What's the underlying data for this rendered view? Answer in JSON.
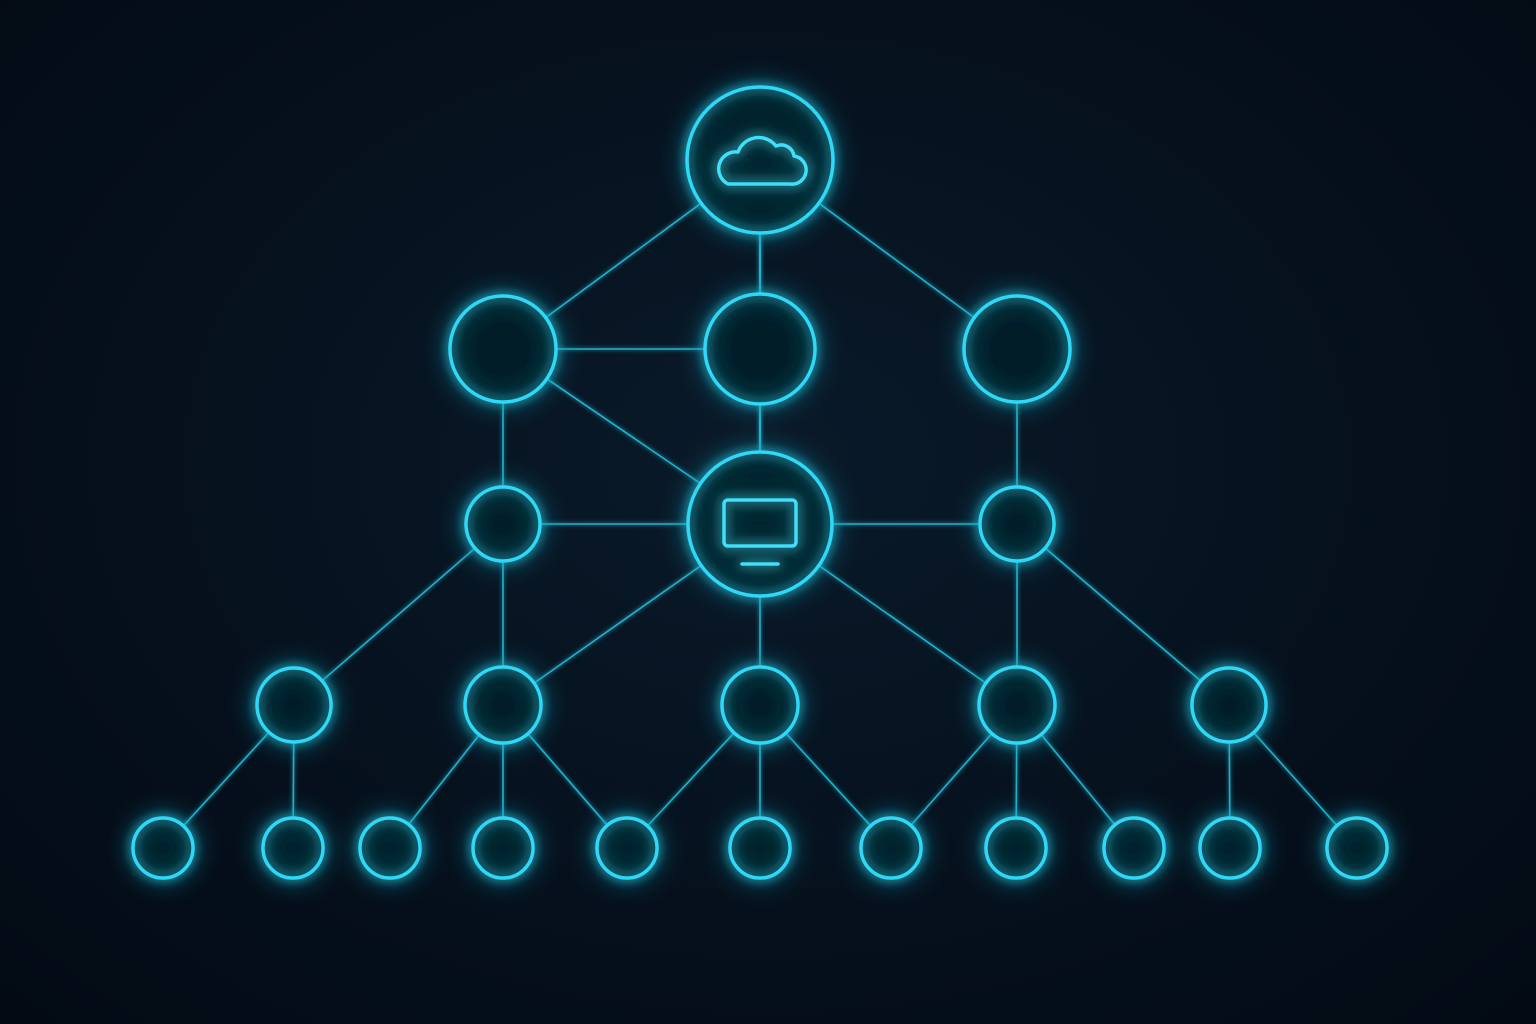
{
  "diagram": {
    "type": "network-hierarchy",
    "colors": {
      "background": "#040d18",
      "accent": "#2fd8f6",
      "edge": "#25bcd9"
    },
    "nodes": [
      {
        "id": "root",
        "icon": "cloud-icon"
      },
      {
        "id": "l1-left",
        "icon": ""
      },
      {
        "id": "l1-center",
        "icon": ""
      },
      {
        "id": "l1-right",
        "icon": ""
      },
      {
        "id": "l2-left",
        "icon": ""
      },
      {
        "id": "hub",
        "icon": "monitor-icon"
      },
      {
        "id": "l2-right",
        "icon": ""
      },
      {
        "id": "l3-a",
        "icon": ""
      },
      {
        "id": "l3-b",
        "icon": ""
      },
      {
        "id": "l3-c",
        "icon": ""
      },
      {
        "id": "l3-d",
        "icon": ""
      },
      {
        "id": "l3-e",
        "icon": ""
      },
      {
        "id": "leaf-1",
        "icon": ""
      },
      {
        "id": "leaf-2",
        "icon": ""
      },
      {
        "id": "leaf-3",
        "icon": ""
      },
      {
        "id": "leaf-4",
        "icon": ""
      },
      {
        "id": "leaf-5",
        "icon": ""
      },
      {
        "id": "leaf-6",
        "icon": ""
      },
      {
        "id": "leaf-7",
        "icon": ""
      },
      {
        "id": "leaf-8",
        "icon": ""
      },
      {
        "id": "leaf-9",
        "icon": ""
      },
      {
        "id": "leaf-10",
        "icon": ""
      },
      {
        "id": "leaf-11",
        "icon": ""
      }
    ],
    "edges": [
      [
        "root",
        "l1-left"
      ],
      [
        "root",
        "l1-center"
      ],
      [
        "root",
        "l1-right"
      ],
      [
        "l1-left",
        "l1-center"
      ],
      [
        "l1-left",
        "l2-left"
      ],
      [
        "l1-left",
        "hub"
      ],
      [
        "l1-center",
        "hub"
      ],
      [
        "l1-right",
        "l2-right"
      ],
      [
        "l2-left",
        "hub"
      ],
      [
        "hub",
        "l2-right"
      ],
      [
        "l2-left",
        "l3-a"
      ],
      [
        "l2-left",
        "l3-b"
      ],
      [
        "hub",
        "l3-b"
      ],
      [
        "hub",
        "l3-c"
      ],
      [
        "hub",
        "l3-d"
      ],
      [
        "l2-right",
        "l3-d"
      ],
      [
        "l2-right",
        "l3-e"
      ],
      [
        "l3-a",
        "leaf-1"
      ],
      [
        "l3-a",
        "leaf-2"
      ],
      [
        "l3-b",
        "leaf-3"
      ],
      [
        "l3-b",
        "leaf-4"
      ],
      [
        "l3-b",
        "leaf-5"
      ],
      [
        "l3-c",
        "leaf-5"
      ],
      [
        "l3-c",
        "leaf-6"
      ],
      [
        "l3-c",
        "leaf-7"
      ],
      [
        "l3-d",
        "leaf-7"
      ],
      [
        "l3-d",
        "leaf-8"
      ],
      [
        "l3-d",
        "leaf-9"
      ],
      [
        "l3-e",
        "leaf-10"
      ],
      [
        "l3-e",
        "leaf-11"
      ]
    ]
  }
}
